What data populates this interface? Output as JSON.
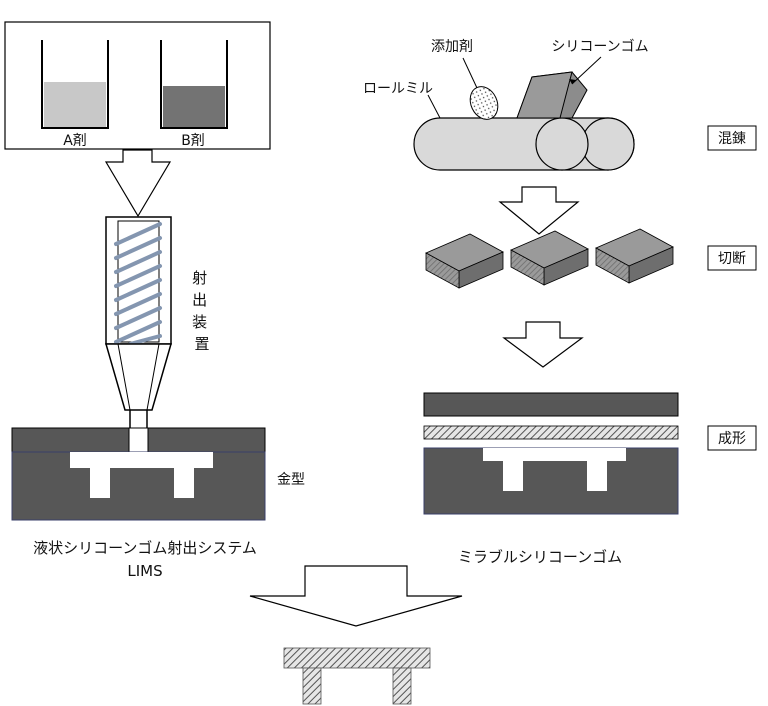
{
  "left": {
    "agent_a": "A剤",
    "agent_b": "B剤",
    "injection_device": [
      "射",
      "出",
      "装",
      "置"
    ],
    "mold": "金型",
    "system_title_line1": "液状シリコーンゴム射出システム",
    "system_title_line2": "LIMS"
  },
  "right": {
    "additive": "添加剤",
    "silicone_rubber": "シリコーンゴム",
    "roll_mill": "ロールミル",
    "title": "ミラブルシリコーンゴム"
  },
  "steps": {
    "mixing": "混錬",
    "cutting": "切断",
    "molding": "成形"
  },
  "colors": {
    "dark_gray": "#575757",
    "light_gray": "#d9d9d9",
    "liquid_a": "#c8c8c8",
    "liquid_b": "#737373",
    "screw": "#8496b0",
    "outline": "#000000"
  }
}
